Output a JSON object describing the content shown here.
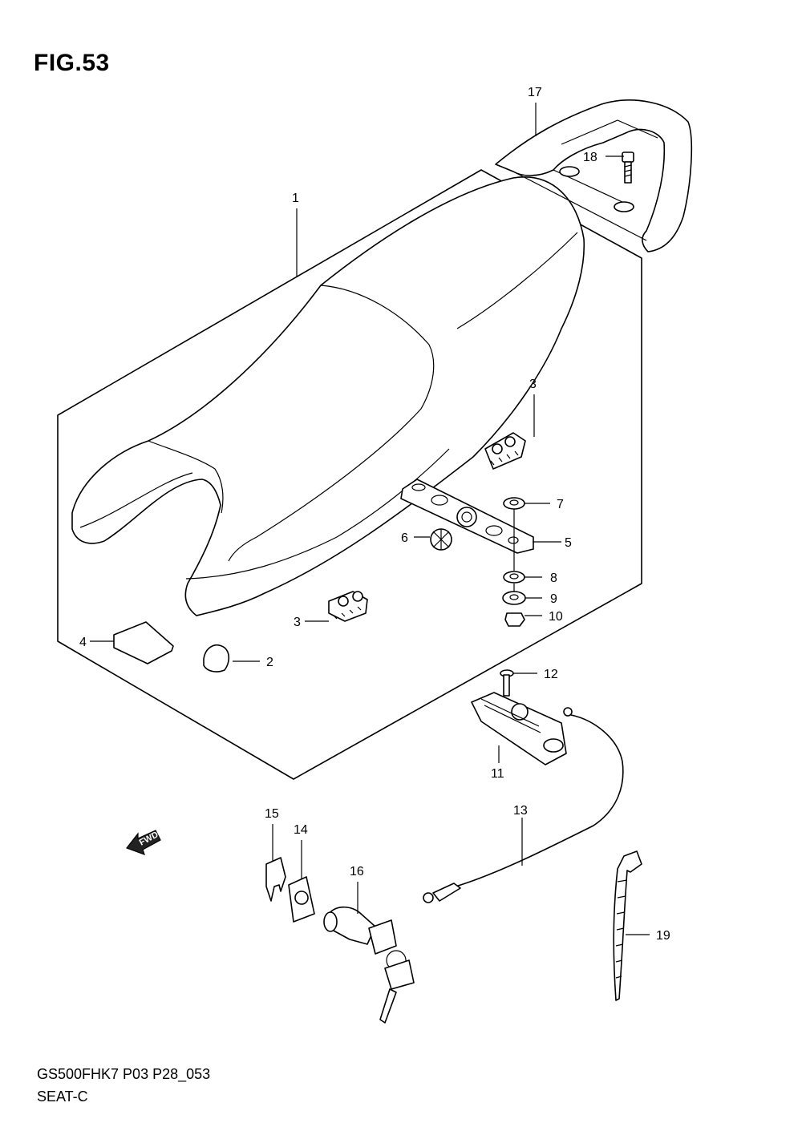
{
  "figure": {
    "title": "FIG.53"
  },
  "footer": {
    "model_code": "GS500FHK7 P03 P28_053",
    "section_name": "SEAT-C"
  },
  "direction_marker": {
    "label": "FWD",
    "icon": "fwd-arrow-icon"
  },
  "callouts": {
    "c1": "1",
    "c2": "2",
    "c3a": "3",
    "c3b": "3",
    "c4": "4",
    "c5": "5",
    "c6": "6",
    "c7": "7",
    "c8": "8",
    "c9": "9",
    "c10": "10",
    "c11": "11",
    "c12": "12",
    "c13": "13",
    "c14": "14",
    "c15": "15",
    "c16": "16",
    "c17": "17",
    "c18": "18",
    "c19": "19"
  }
}
